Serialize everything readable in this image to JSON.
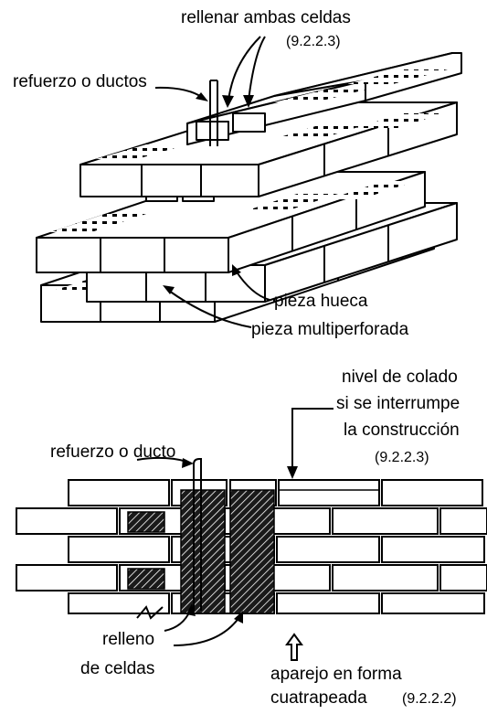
{
  "top_figure": {
    "label_fill_cells": "rellenar ambas celdas",
    "label_fill_cells_ref": "(9.2.2.3)",
    "label_reinforcement": "refuerzo o ductos",
    "label_hollow_piece": "pieza hueca",
    "label_multiperforated_piece": "pieza multiperforada"
  },
  "bottom_figure": {
    "label_pour_level_line1": "nivel de colado",
    "label_pour_level_line2": "si se interrumpe",
    "label_pour_level_line3": "la construcción",
    "label_pour_level_ref": "(9.2.2.3)",
    "label_reinforcement": "refuerzo o ducto",
    "label_cell_fill_line1": "relleno",
    "label_cell_fill_line2": "de celdas",
    "label_bond_line1": "aparejo en forma",
    "label_bond_line2": "cuatrapeada",
    "label_bond_ref": "(9.2.2.2)"
  }
}
